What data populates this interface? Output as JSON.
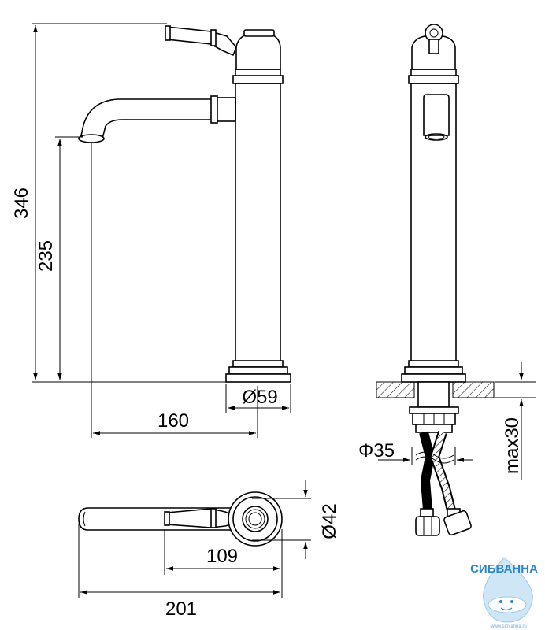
{
  "dimensions": {
    "total_height": "346",
    "spout_height": "235",
    "spout_reach": "160",
    "base_diameter": "Ø59",
    "mount_hole": "Φ35",
    "max_thickness": "max30",
    "top_diameter": "Ø42",
    "handle_length": "109",
    "overall_length": "201"
  },
  "logo": {
    "name": "СИБВАННА",
    "url": "www.sibvanna.ru",
    "color": "#2a86c8"
  }
}
